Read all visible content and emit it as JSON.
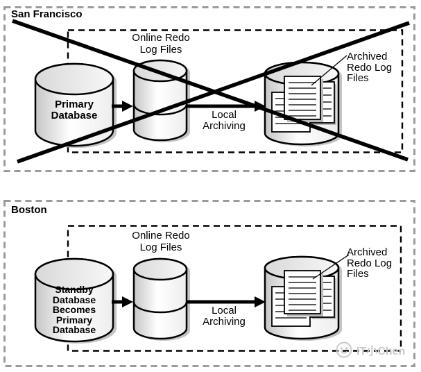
{
  "sections": [
    {
      "title": "San Francisco",
      "crossed_out": true,
      "database_label_lines": [
        "Primary",
        "Database"
      ],
      "redo_label_lines": [
        "Online Redo",
        "Log Files"
      ],
      "archiving_label_lines": [
        "Local",
        "Archiving"
      ],
      "archived_label_lines": [
        "Archived",
        "Redo Log",
        "Files"
      ]
    },
    {
      "title": "Boston",
      "crossed_out": false,
      "database_label_lines": [
        "Standby",
        "Database",
        "Becomes",
        "Primary",
        "Database"
      ],
      "redo_label_lines": [
        "Online Redo",
        "Log Files"
      ],
      "archiving_label_lines": [
        "Local",
        "Archiving"
      ],
      "archived_label_lines": [
        "Archived",
        "Redo Log",
        "Files"
      ]
    }
  ],
  "watermark": {
    "text": "IT小Chen",
    "icon": "avatar-face-icon"
  },
  "colors": {
    "diagram_line": "#000000",
    "region_border_gray": "#9b9b9b",
    "cylinder_shadow": "#c4c4c4",
    "document_line": "#5a5a5a",
    "watermark_gray": "#c9c9c9"
  }
}
